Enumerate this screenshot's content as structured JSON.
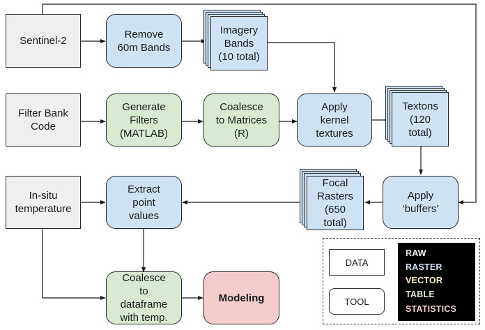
{
  "colors": {
    "raw": "#efefef",
    "raster": "#cfe2f3",
    "vector": "#fff2cc",
    "table": "#d9ead3",
    "statistics": "#f4cccc",
    "line": "#1a1a1a"
  },
  "nodes": {
    "sentinel2": {
      "label": "Sentinel-2",
      "kind": "data",
      "category": "raw"
    },
    "remove_bands": {
      "label": "Remove\n60m Bands",
      "kind": "tool",
      "category": "raster"
    },
    "imagery_bands": {
      "label": "Imagery\nBands\n(10 total)",
      "kind": "data-stack",
      "category": "raster"
    },
    "filter_bank": {
      "label": "Filter Bank\nCode",
      "kind": "data",
      "category": "raw"
    },
    "generate_filters": {
      "label": "Generate\nFilters\n(MATLAB)",
      "kind": "tool",
      "category": "table"
    },
    "coalesce_matrices": {
      "label": "Coalesce\nto Matrices\n(R)",
      "kind": "tool",
      "category": "table"
    },
    "apply_kernel": {
      "label": "Apply\nkernel\ntextures",
      "kind": "tool",
      "category": "raster"
    },
    "textons": {
      "label": "Textons\n(120\ntotal)",
      "kind": "data-stack",
      "category": "raster"
    },
    "in_situ": {
      "label": "In-situ\ntemperature",
      "kind": "data",
      "category": "raw"
    },
    "extract_points": {
      "label": "Extract\npoint\nvalues",
      "kind": "tool",
      "category": "raster"
    },
    "focal_rasters": {
      "label": "Focal\nRasters\n(650\ntotal)",
      "kind": "data-stack",
      "category": "raster"
    },
    "apply_buffers": {
      "label": "Apply\n‘buffers’",
      "kind": "tool",
      "category": "raster"
    },
    "coalesce_dataframe": {
      "label": "Coalesce\nto\ndataframe\nwith temp.",
      "kind": "tool",
      "category": "table"
    },
    "modeling": {
      "label": "Modeling",
      "kind": "tool",
      "category": "statistics"
    }
  },
  "edges": [
    [
      "sentinel2",
      "remove_bands"
    ],
    [
      "remove_bands",
      "imagery_bands"
    ],
    [
      "imagery_bands",
      "apply_kernel"
    ],
    [
      "filter_bank",
      "generate_filters"
    ],
    [
      "generate_filters",
      "coalesce_matrices"
    ],
    [
      "coalesce_matrices",
      "apply_kernel"
    ],
    [
      "apply_kernel",
      "textons"
    ],
    [
      "textons",
      "apply_buffers"
    ],
    [
      "sentinel2",
      "apply_buffers"
    ],
    [
      "apply_buffers",
      "focal_rasters"
    ],
    [
      "focal_rasters",
      "extract_points"
    ],
    [
      "in_situ",
      "extract_points"
    ],
    [
      "extract_points",
      "coalesce_dataframe"
    ],
    [
      "in_situ",
      "coalesce_dataframe"
    ],
    [
      "coalesce_dataframe",
      "modeling"
    ]
  ],
  "legend": {
    "shapes": {
      "data": "DATA",
      "tool": "TOOL"
    },
    "categories": [
      {
        "label": "RAW",
        "color": "#efefef"
      },
      {
        "label": "RASTER",
        "color": "#cfe2f3"
      },
      {
        "label": "VECTOR",
        "color": "#fff2cc"
      },
      {
        "label": "TABLE",
        "color": "#d9ead3"
      },
      {
        "label": "STATISTICS",
        "color": "#f4cccc"
      }
    ]
  }
}
